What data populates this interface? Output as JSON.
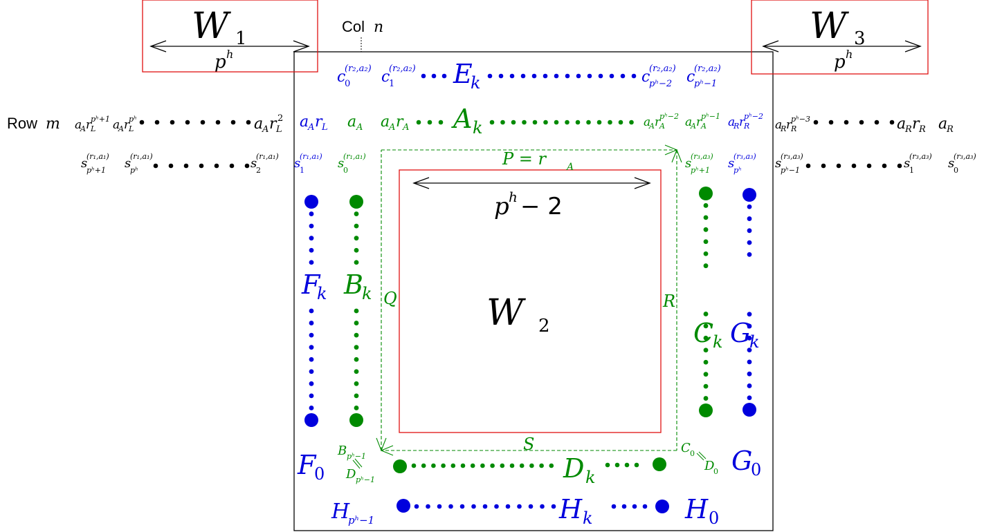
{
  "colors": {
    "blue": "#0000dd",
    "green": "#008a00",
    "black": "#000000",
    "red": "#e01010"
  },
  "windows": {
    "w1": "W",
    "w1_sub": "1",
    "w2": "W",
    "w2_sub": "2",
    "w3": "W",
    "w3_sub": "3",
    "ph": "p",
    "ph_sup": "h",
    "inner_width": "− 2"
  },
  "labels": {
    "col": "Col",
    "col_var": "n",
    "row": "Row",
    "row_var": "m"
  },
  "top_row": {
    "c0": "c",
    "c0_sub": "0",
    "c0_sup": "(r",
    "c1": "c",
    "c1_sub": "1",
    "E": "E",
    "E_sub": "k",
    "cp2": "c",
    "cp2_sub": "p",
    "cp1": "c",
    "cp1_sub": "p"
  },
  "a_row": {
    "ArL": "a",
    "AL": "r",
    "aA": "a",
    "aA_sub": "A",
    "A": "A",
    "A_sub": "k",
    "aR": "a",
    "aRrR": "a"
  },
  "paths": {
    "P": "P = r",
    "P_sub": "A",
    "Q": "Q",
    "R": "R",
    "S": "S"
  },
  "columns": {
    "F": "F",
    "F_sub": "k",
    "B": "B",
    "B_sub": "k",
    "C": "C",
    "C_sub": "k",
    "G": "G",
    "G_sub": "k",
    "F0": "F",
    "F0_sub": "0",
    "G0": "G",
    "G0_sub": "0",
    "D": "D",
    "D_sub": "k",
    "D0": "D",
    "D0_sub": "0",
    "C0": "C",
    "C0_sub": "0",
    "B_end": "B",
    "D_end": "D",
    "H": "H",
    "H_sub": "k",
    "H0": "H",
    "H0_sub": "0",
    "H_end": "H"
  }
}
